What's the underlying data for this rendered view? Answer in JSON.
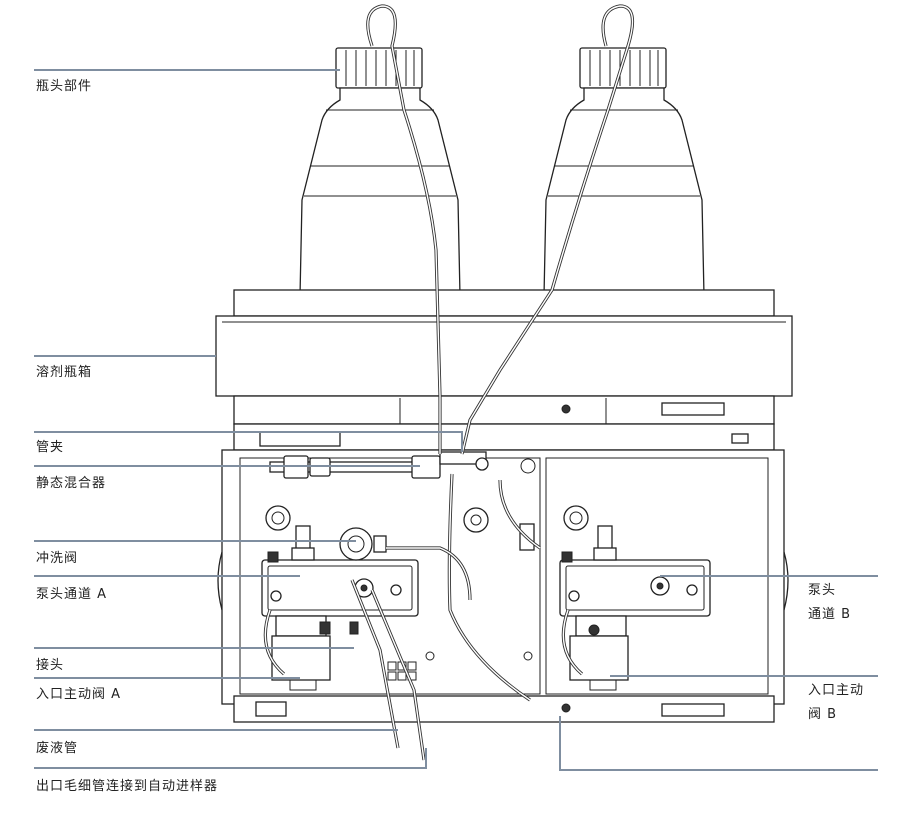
{
  "labels": {
    "bottle_head": "瓶头部件",
    "solvent_cabinet": "溶剂瓶箱",
    "tube_clip": "管夹",
    "static_mixer": "静态混合器",
    "purge_valve": "冲洗阀",
    "pump_head_a": "泵头通道 A",
    "connector": "接头",
    "inlet_valve_a": "入口主动阀 A",
    "waste_tube": "废液管",
    "outlet_capillary": "出口毛细管连接到自动进样器",
    "pump_head_b_line1": "泵头",
    "pump_head_b_line2": "通道 B",
    "inlet_valve_b_line1": "入口主动",
    "inlet_valve_b_line2": "阀 B"
  }
}
